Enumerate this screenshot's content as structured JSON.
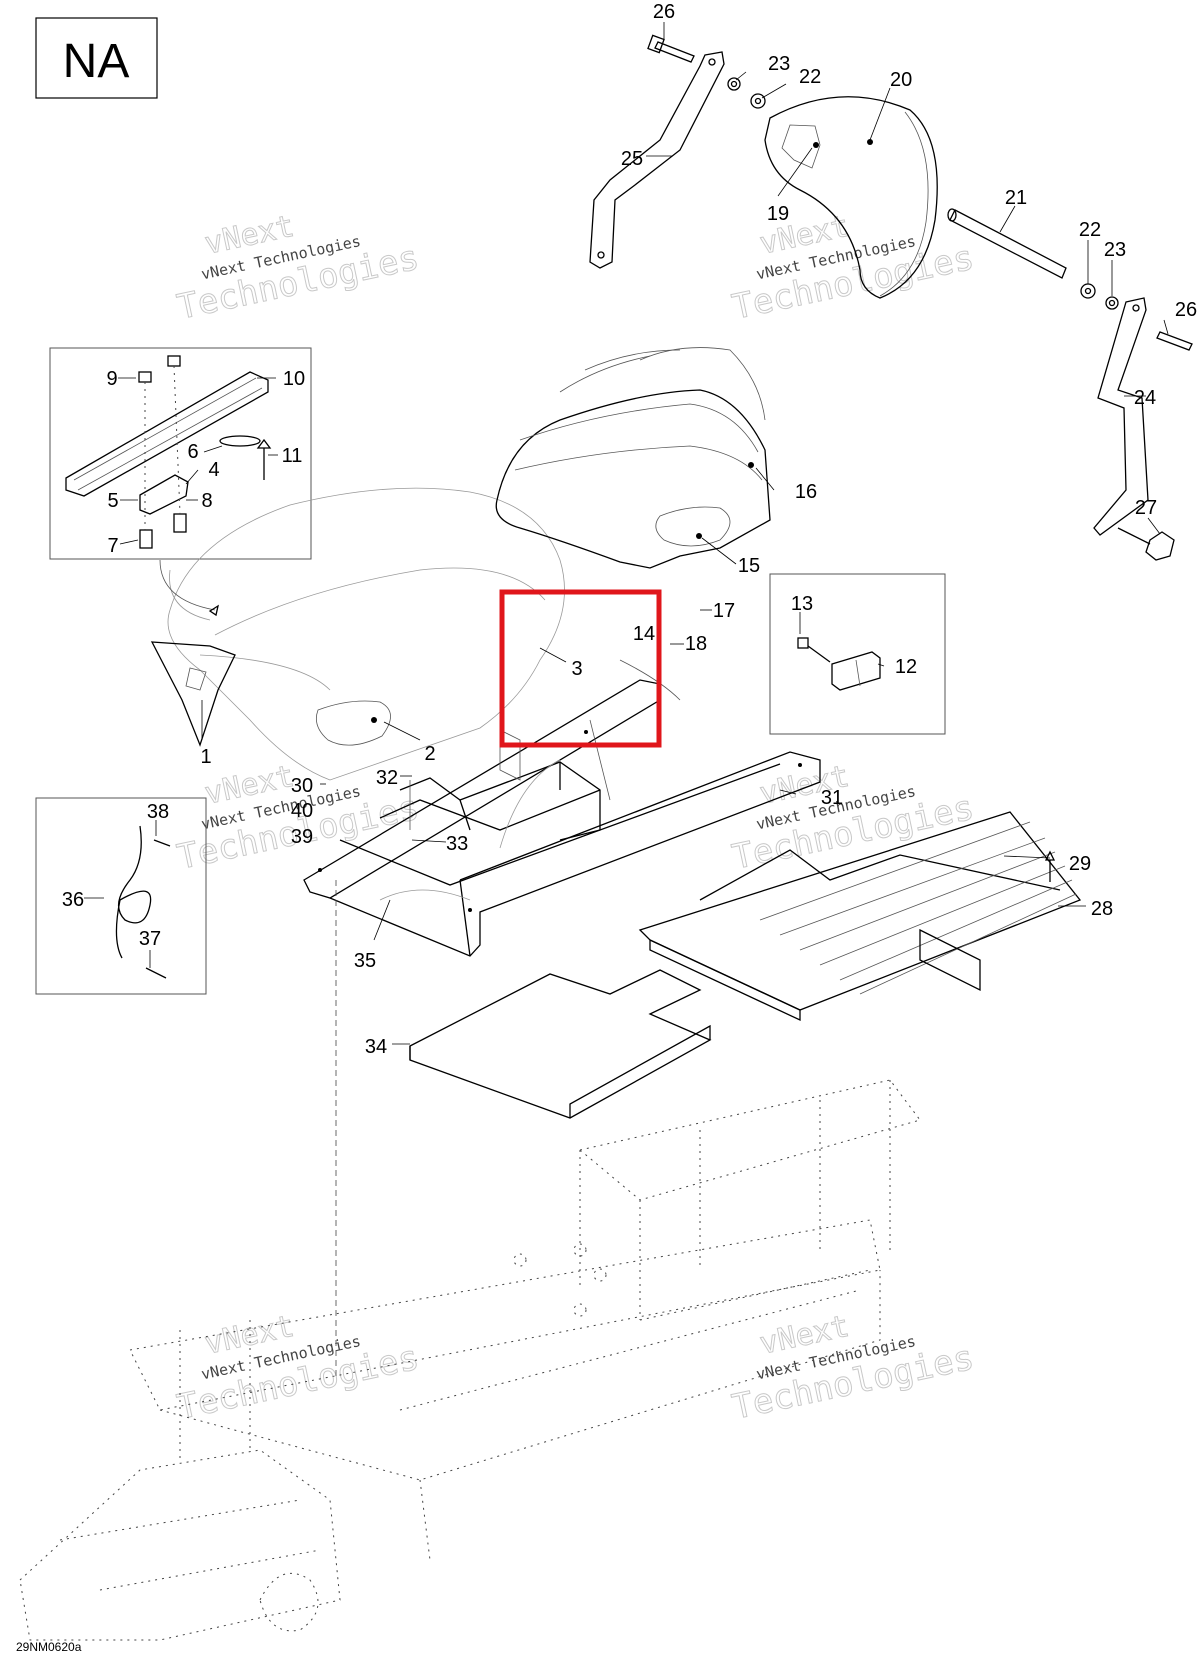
{
  "region_tag": "NA",
  "drawing_code": "29NM0620a",
  "watermark": {
    "line1": "vNext",
    "line2": "vNext Technologies",
    "line3": "Technologies"
  },
  "highlight_color": "#e0161b",
  "callouts": {
    "p1": "1",
    "p2": "2",
    "p3": "3",
    "p4": "4",
    "p5": "5",
    "p6": "6",
    "p7": "7",
    "p8": "8",
    "p9": "9",
    "p10": "10",
    "p11": "11",
    "p12": "12",
    "p13": "13",
    "p14": "14",
    "p15": "15",
    "p16": "16",
    "p17": "17",
    "p18": "18",
    "p19": "19",
    "p20": "20",
    "p21": "21",
    "p22a": "22",
    "p22b": "22",
    "p23a": "23",
    "p23b": "23",
    "p24": "24",
    "p25": "25",
    "p26a": "26",
    "p26b": "26",
    "p27": "27",
    "p28": "28",
    "p29": "29",
    "p30": "30",
    "p31": "31",
    "p32": "32",
    "p33": "33",
    "p34": "34",
    "p35": "35",
    "p36": "36",
    "p37": "37",
    "p38": "38",
    "p39": "39",
    "p40": "40"
  }
}
